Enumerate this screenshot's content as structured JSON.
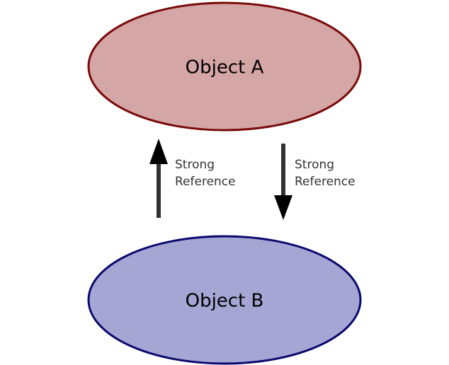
{
  "nodes": {
    "object_a": {
      "label": "Object A",
      "fill": "#d4a6a6",
      "stroke": "#7a0a0a"
    },
    "object_b": {
      "label": "Object B",
      "fill": "#a6a6d4",
      "stroke": "#0a0a6e"
    }
  },
  "edges": {
    "b_to_a": {
      "label_line1": "Strong",
      "label_line2": "Reference",
      "color": "#333333",
      "head_color": "#000000"
    },
    "a_to_b": {
      "label_line1": "Strong",
      "label_line2": "Reference",
      "color": "#333333",
      "head_color": "#000000"
    }
  }
}
